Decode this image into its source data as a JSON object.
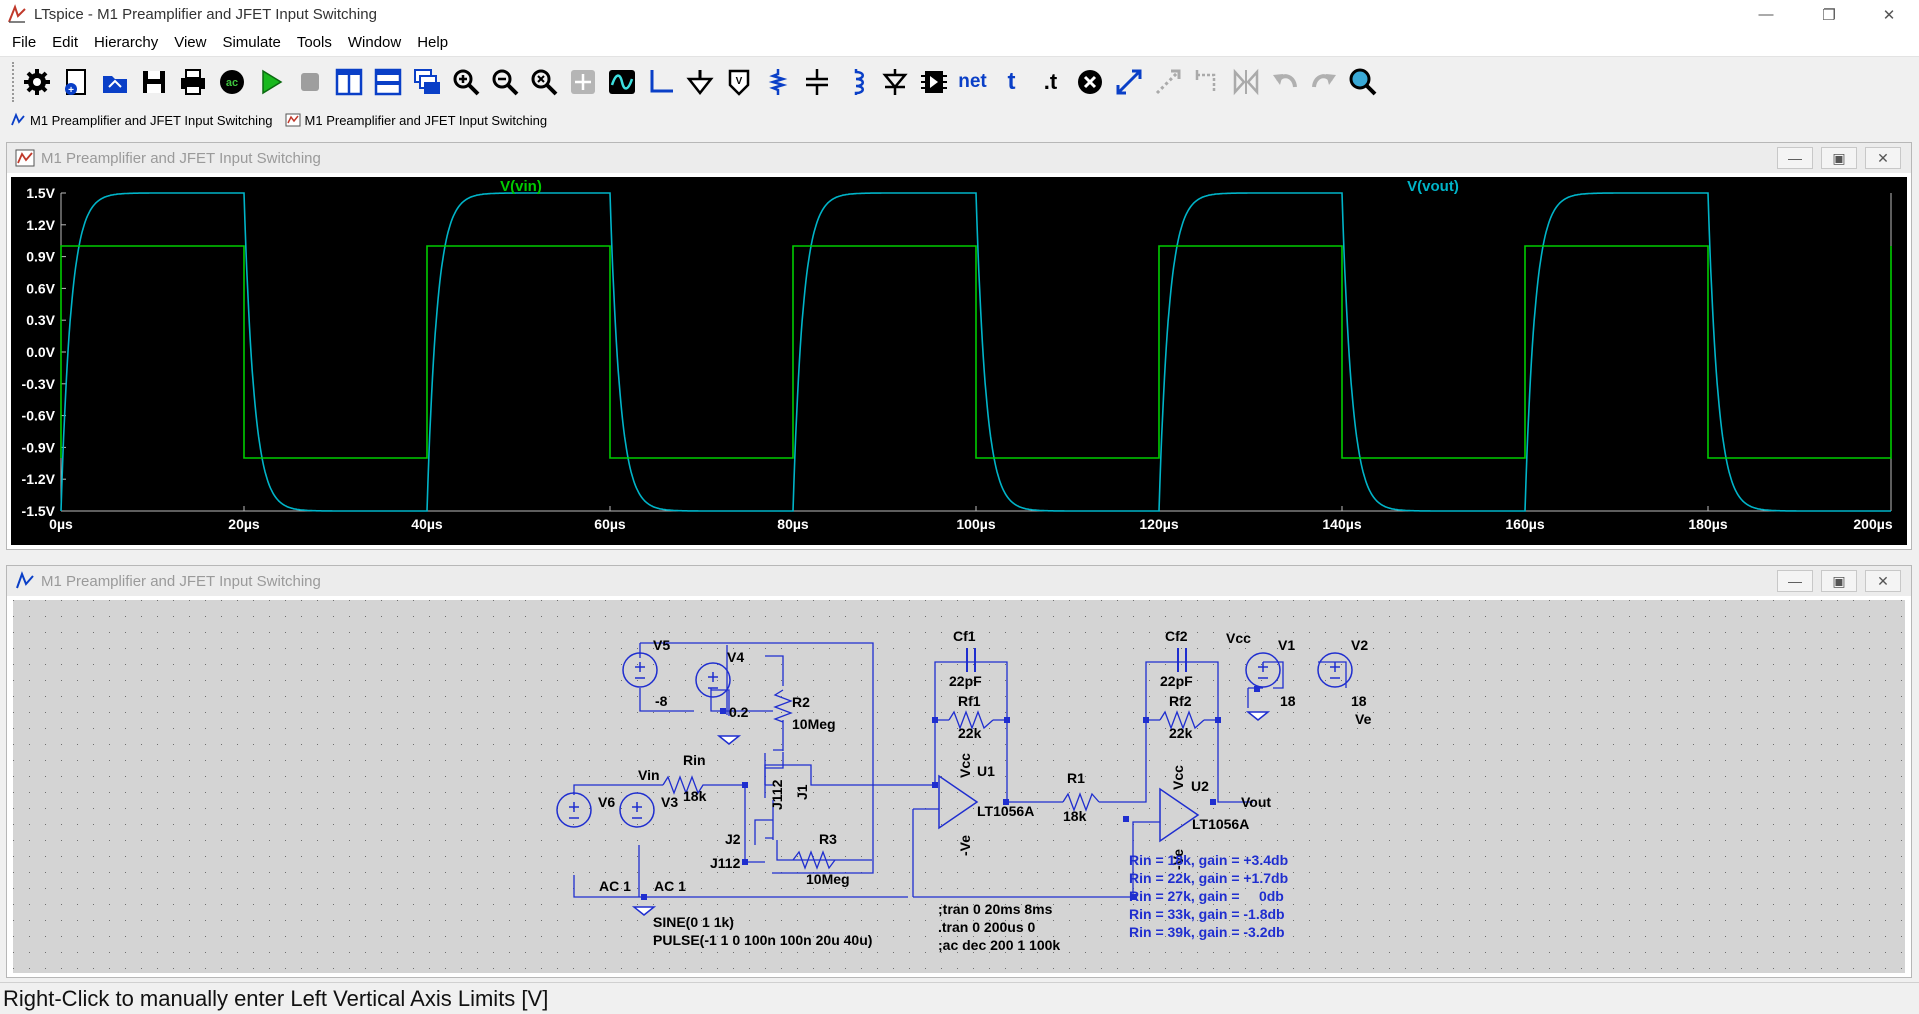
{
  "window": {
    "title": "LTspice - M1 Preamplifier and JFET Input Switching"
  },
  "menu": [
    "File",
    "Edit",
    "Hierarchy",
    "View",
    "Simulate",
    "Tools",
    "Window",
    "Help"
  ],
  "toolbar": {
    "buttons": [
      "settings-icon",
      "new-schematic-icon",
      "open-icon",
      "save-icon",
      "print-icon",
      "ac-analysis-icon",
      "run-icon",
      "halt-icon",
      "tile-vertical-icon",
      "tile-horizontal-icon",
      "cascade-icon",
      "zoom-in-icon",
      "zoom-out-icon",
      "zoom-fit-icon",
      "pan-icon",
      "autoscale-icon",
      "wire-icon",
      "ground-icon",
      "label-node-icon",
      "resistor-icon",
      "capacitor-icon",
      "inductor-icon",
      "diode-icon",
      "component-icon"
    ],
    "net_label": "net",
    "text_label": "t",
    "spice_label": ".t",
    "buttons2": [
      "delete-icon",
      "move-icon",
      "drag-icon",
      "rotate-icon",
      "mirror-icon",
      "undo-icon",
      "redo-icon",
      "find-icon"
    ]
  },
  "tabs": [
    {
      "label": "M1 Preamplifier and JFET Input Switching",
      "icon": "schematic-icon"
    },
    {
      "label": "M1 Preamplifier and JFET Input Switching",
      "icon": "waveform-icon"
    }
  ],
  "waveform_window": {
    "title": "M1 Preamplifier and JFET Input Switching"
  },
  "schematic_window": {
    "title": "M1 Preamplifier and JFET Input Switching"
  },
  "chart_data": {
    "type": "line",
    "series": [
      {
        "name": "V(vin)",
        "color": "#00cc00",
        "kind": "square",
        "high": 1.0,
        "low": -1.0,
        "period": 40,
        "start": 0
      },
      {
        "name": "V(vout)",
        "color": "#00b4c8",
        "kind": "filtered-square",
        "high": 1.5,
        "low": -1.5,
        "period": 40,
        "start": 0
      }
    ],
    "xlim": [
      0,
      200
    ],
    "ylim": [
      -1.5,
      1.5
    ],
    "x_ticks": [
      "0µs",
      "20µs",
      "40µs",
      "60µs",
      "80µs",
      "100µs",
      "120µs",
      "140µs",
      "160µs",
      "180µs",
      "200µs"
    ],
    "y_ticks": [
      "1.5V",
      "1.2V",
      "0.9V",
      "0.6V",
      "0.3V",
      "0.0V",
      "-0.3V",
      "-0.6V",
      "-0.9V",
      "-1.2V",
      "-1.5V"
    ],
    "grid": false,
    "legend": "top"
  },
  "schematic": {
    "components": {
      "V5": {
        "name": "V5",
        "value": "-8"
      },
      "V4": {
        "name": "V4",
        "value": "0.2"
      },
      "R2": {
        "name": "R2",
        "value": "10Meg"
      },
      "Rin": {
        "name": "Rin",
        "value": "18k"
      },
      "J1": {
        "name": "J1",
        "model": "J112"
      },
      "J2": {
        "name": "J2",
        "model": "J112"
      },
      "R3": {
        "name": "R3",
        "value": "10Meg"
      },
      "V6": {
        "name": "V6",
        "value": "AC 1"
      },
      "V3": {
        "name": "V3",
        "value": "AC 1"
      },
      "Cf1": {
        "name": "Cf1",
        "value": "22pF"
      },
      "Rf1": {
        "name": "Rf1",
        "value": "22k"
      },
      "U1": {
        "name": "U1",
        "model": "LT1056A"
      },
      "R1": {
        "name": "R1",
        "value": "18k"
      },
      "Cf2": {
        "name": "Cf2",
        "value": "22pF"
      },
      "Rf2": {
        "name": "Rf2",
        "value": "22k"
      },
      "U2": {
        "name": "U2",
        "model": "LT1056A"
      },
      "V1": {
        "name": "V1",
        "value": "18"
      },
      "V2": {
        "name": "V2",
        "value": "18"
      }
    },
    "nets": {
      "vin": "Vin",
      "vout": "Vout",
      "vcc": "Vcc",
      "ve": "Ve",
      "pin_vcc": "Vcc",
      "pin_ve": "-Ve"
    },
    "source_text": [
      "SINE(0 1 1k)",
      "PULSE(-1 1 0 100n 100n 20u 40u)"
    ],
    "directives": [
      ";tran 0 20ms 8ms",
      ".tran 0 200us 0",
      ";ac dec 200 1 100k"
    ],
    "notes": [
      "Rin = 18k, gain = +3.4db",
      "Rin = 22k, gain = +1.7db",
      "Rin = 27k, gain =     0db",
      "Rin = 33k, gain = -1.8db",
      "Rin = 39k, gain = -3.2db"
    ]
  },
  "status": {
    "text": "Right-Click to manually enter Left Vertical Axis Limits [V]"
  }
}
